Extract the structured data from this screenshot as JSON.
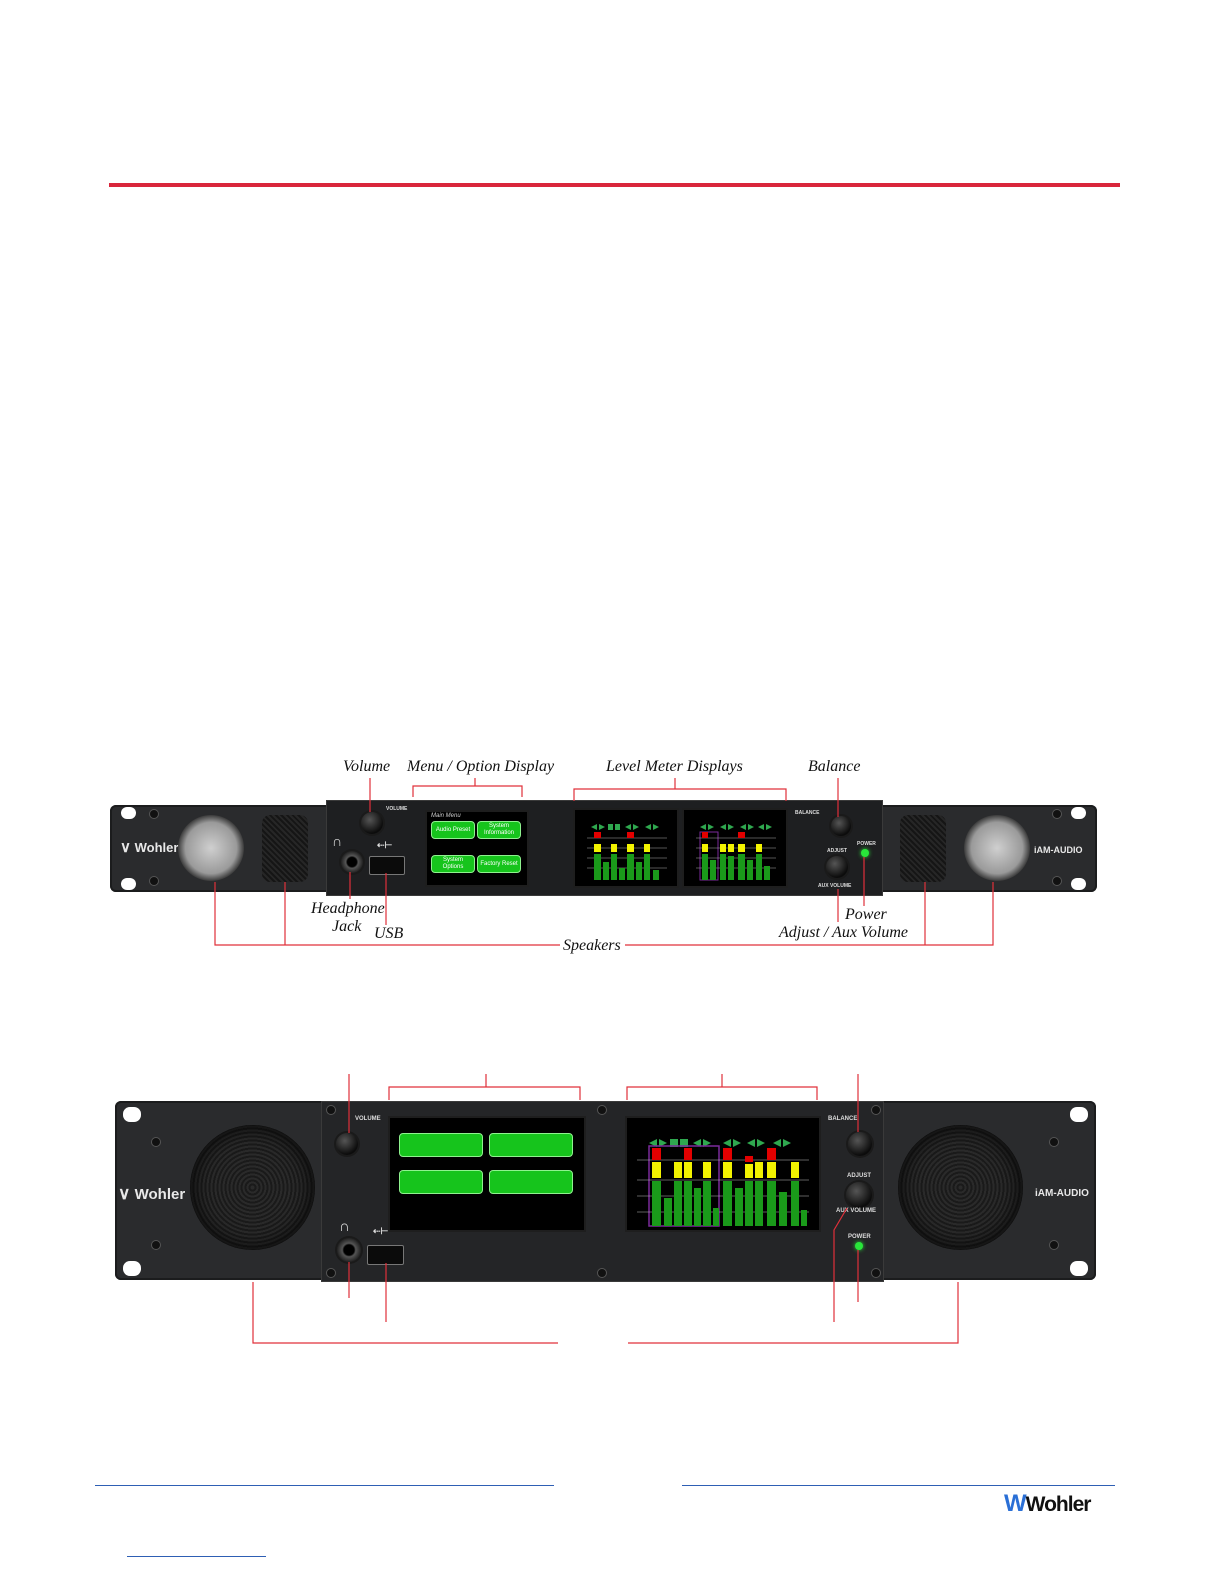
{
  "document": {
    "callouts": {
      "volume": "Volume",
      "menu_display": "Menu / Option Display",
      "level_meters": "Level Meter Displays",
      "balance": "Balance",
      "headphone": "Headphone",
      "headphone_2": "Jack",
      "usb": "USB",
      "speakers": "Speakers",
      "power": "Power",
      "adjust": "Adjust / Aux Volume"
    }
  },
  "device": {
    "brand": "Wohler",
    "model": "iAM-AUDIO",
    "labels": {
      "volume": "VOLUME",
      "balance": "BALANCE",
      "adjust": "ADJUST",
      "aux_volume": "AUX VOLUME",
      "power": "POWER"
    },
    "main_menu": {
      "title": "Main Menu",
      "buttons": [
        "Audio Preset",
        "System Information",
        "System Options",
        "Factory Reset"
      ]
    }
  },
  "footer": {
    "logo": "Wohler"
  },
  "colors": {
    "accent_rule": "#d9263b",
    "meter_green": "#1a9a1a",
    "meter_yellow": "#f3f300",
    "meter_red": "#e30000",
    "menu_button": "#16c41c",
    "power_led": "#29e63a"
  }
}
